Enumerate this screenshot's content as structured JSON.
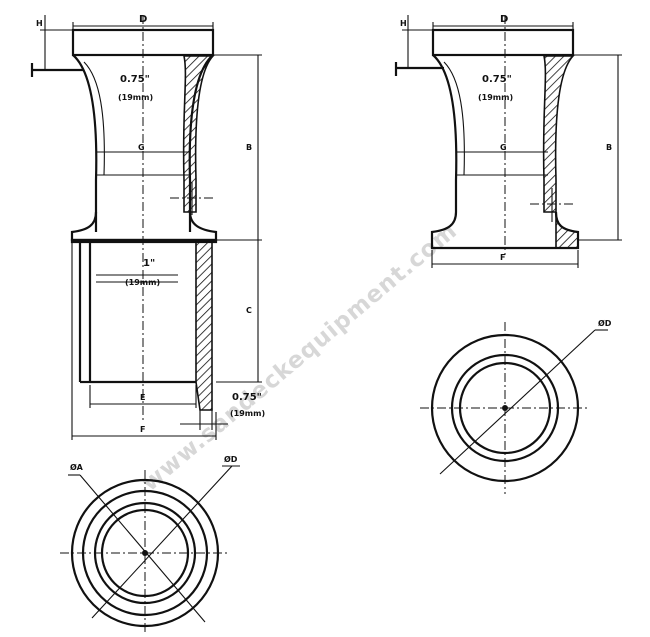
{
  "labels": {
    "D": "D",
    "B": "B",
    "C": "C",
    "E": "E",
    "F": "F",
    "H": "H",
    "G": "G",
    "thick_top": "0.75\"",
    "thick_top_mm": "(19mm)",
    "thick_mid": "1\"",
    "thick_mid_mm": "(19mm)",
    "thick_bottom": "0.75\"",
    "thick_bottom_mm": "(19mm)",
    "dia_A": "ØA",
    "dia_D": "ØD"
  },
  "watermark": "www.sandeckequipment.com"
}
